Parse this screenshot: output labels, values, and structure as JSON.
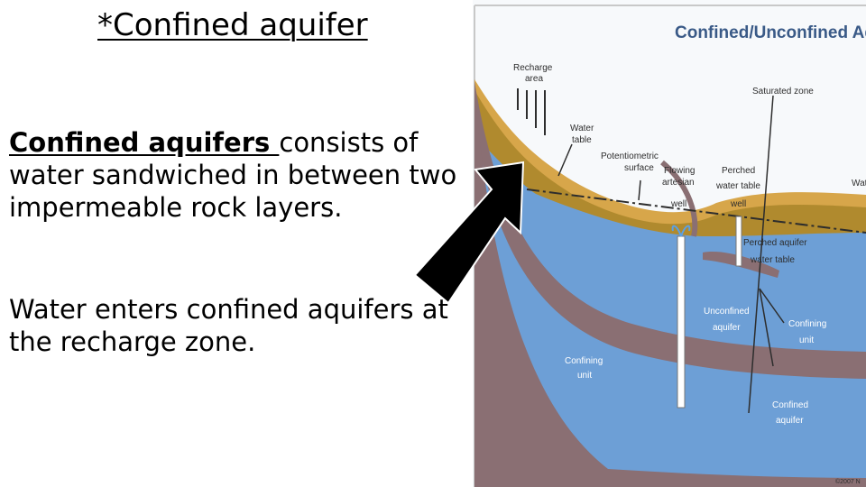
{
  "slide": {
    "title": "*Confined aquifer",
    "para1_bold": "Confined aquifers ",
    "para1_rest": "consists of water sandwiched in between two impermeable rock layers.",
    "para2": "Water enters confined aquifers at the recharge zone."
  },
  "diagram": {
    "title": "Confined/Unconfined Aquifers",
    "labels": {
      "recharge_1": "Recharge",
      "recharge_2": "area",
      "water_table_1": "Water",
      "water_table_2": "table",
      "potentiometric_1": "Potentiometric",
      "potentiometric_2": "surface",
      "flowing_1": "Flowing",
      "flowing_2": "artesian",
      "flowing_3": "well",
      "perched_1": "Perched",
      "perched_2": "water table",
      "perched_3": "well",
      "saturated": "Saturated zone",
      "edge_water": "Wate",
      "perched_aquifer_1": "Perched aquifer",
      "perched_aquifer_2": "water table",
      "unconfined_1": "Unconfined",
      "unconfined_2": "aquifer",
      "confining_unit_right_1": "Confining",
      "confining_unit_right_2": "unit",
      "confining_unit_left_1": "Confining",
      "confining_unit_left_2": "unit",
      "confined_1": "Confined",
      "confined_2": "aquifer",
      "copyright": "©2007 N"
    },
    "colors": {
      "title": "#3a5a87",
      "blue_aquifer": "#6d9fd6",
      "brown_rock": "#8a6f73",
      "olive": "#b08a2e",
      "orange_soil": "#d7a64a",
      "label_text": "#2d2d2d"
    }
  }
}
